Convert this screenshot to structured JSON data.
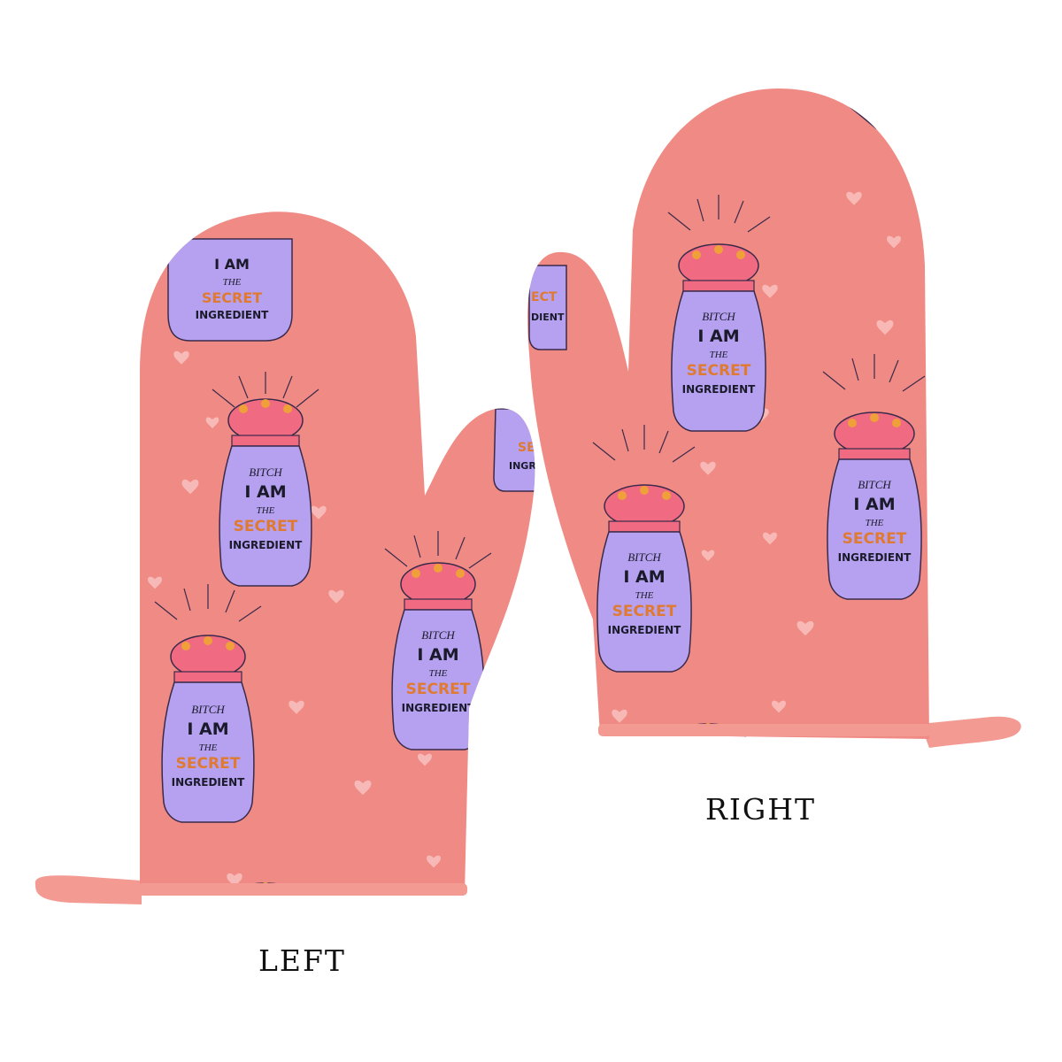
{
  "product": {
    "type": "oven mitt pair",
    "colors": {
      "mitt": "#f08a84",
      "binding": "#f39a92",
      "jar_body": "#b5a1f0",
      "jar_lid": "#f06a82",
      "lid_dots": "#f0a038",
      "heart": "#f9c2c0",
      "text_dark": "#1a1a2a",
      "text_secret": "#e07a30"
    }
  },
  "pattern": {
    "line1": "BITCH",
    "line2": "I AM",
    "line3": "THE",
    "line4": "SECRET",
    "line5": "INGREDIENT"
  },
  "labels": {
    "left": "LEFT",
    "right": "RIGHT"
  }
}
